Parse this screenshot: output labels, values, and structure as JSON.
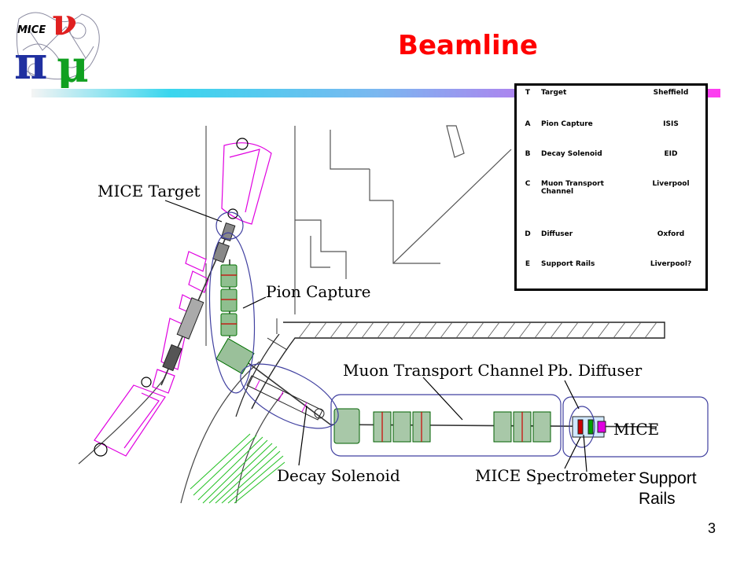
{
  "slide": {
    "title": "Beamline",
    "page_number": "3",
    "support_rails_lines": [
      "Support",
      "Rails"
    ]
  },
  "logo": {
    "text": "MICE",
    "pi": "π",
    "nu": "ν",
    "mu": "μ"
  },
  "labels": {
    "mice_target": "MICE Target",
    "pion_capture": "Pion Capture",
    "muon_transport_channel": "Muon Transport Channel",
    "pb_diffuser": "Pb. Diffuser",
    "mice": "MICE",
    "decay_solenoid": "Decay Solenoid",
    "mice_spectrometer": "MICE Spectrometer"
  },
  "table": {
    "rows": [
      {
        "code": "T",
        "item": "Target",
        "owner": "Sheffield"
      },
      {
        "code": "A",
        "item": "Pion Capture",
        "owner": "ISIS"
      },
      {
        "code": "B",
        "item": "Decay Solenoid",
        "owner": "EID"
      },
      {
        "code": "C",
        "item": "Muon Transport Channel",
        "owner": "Liverpool"
      },
      {
        "code": "D",
        "item": "Diffuser",
        "owner": "Oxford"
      },
      {
        "code": "E",
        "item": "Support Rails",
        "owner": "Liverpool?"
      }
    ]
  },
  "colors": {
    "title": "#ff0000",
    "magenta_lines": "#e000e0",
    "ellipse_outline": "#4040a0",
    "component_green": "#00a000",
    "component_red": "#cc0000"
  }
}
